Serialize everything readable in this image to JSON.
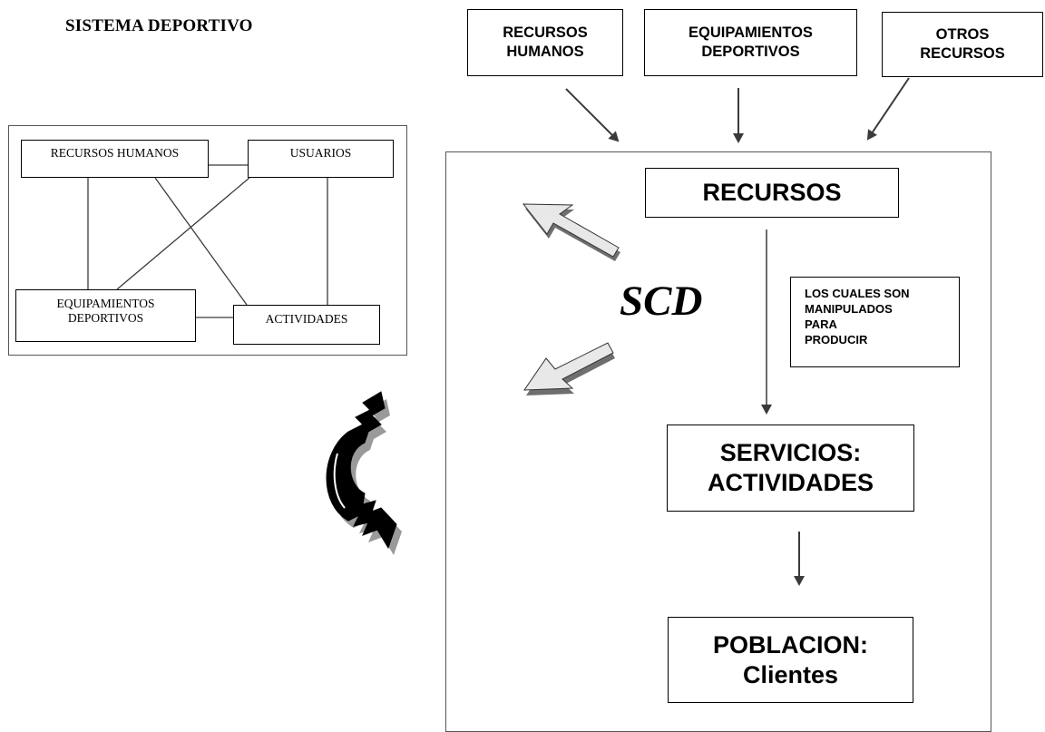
{
  "title": "SISTEMA DEPORTIVO",
  "top_boxes": [
    {
      "lines": [
        "RECURSOS",
        "HUMANOS"
      ]
    },
    {
      "lines": [
        "EQUIPAMIENTOS",
        "DEPORTIVOS"
      ]
    },
    {
      "lines": [
        "OTROS",
        "RECURSOS"
      ]
    }
  ],
  "small_diagram": {
    "recursos_humanos": "RECURSOS HUMANOS",
    "usuarios": "USUARIOS",
    "equipamientos": [
      "EQUIPAMIENTOS",
      "DEPORTIVOS"
    ],
    "actividades": "ACTIVIDADES"
  },
  "main": {
    "recursos": "RECURSOS",
    "scd": "SCD",
    "note_lines": [
      "LOS CUALES SON",
      "MANIPULADOS",
      "PARA",
      "PRODUCIR"
    ],
    "servicios": [
      "SERVICIOS:",
      "ACTIVIDADES"
    ],
    "poblacion": [
      "POBLACION:",
      "Clientes"
    ]
  },
  "colors": {
    "arrow_fill": "#e6e6e6",
    "arrow_shade": "#7a7a7a",
    "line": "#3a3a3a"
  }
}
